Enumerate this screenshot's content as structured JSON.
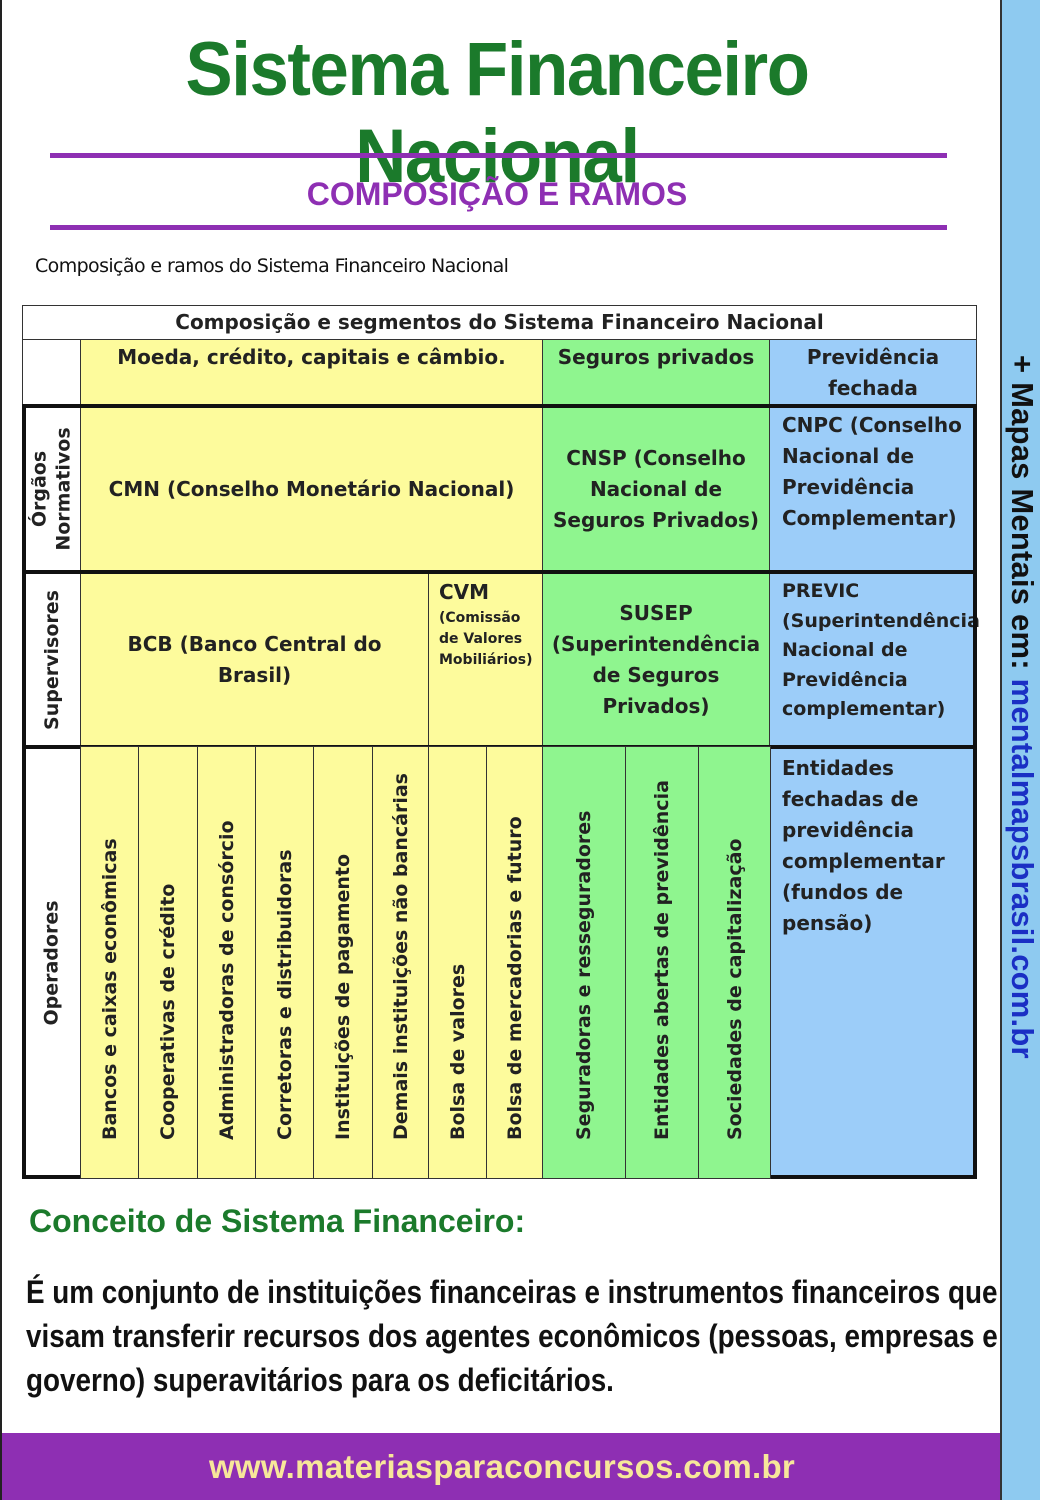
{
  "title": "Sistema Financeiro Nacional",
  "subtitle": "COMPOSIÇÃO E RAMOS",
  "table_caption": "Composição e ramos do Sistema Financeiro Nacional",
  "table": {
    "header": "Composição e segmentos do Sistema Financeiro Nacional",
    "segments": {
      "moeda": "Moeda, crédito, capitais e câmbio.",
      "seguros": "Seguros privados",
      "previdencia": "Previdência fechada"
    },
    "row_labels": {
      "normativos": "Órgãos Normativos",
      "supervisores": "Supervisores",
      "operadores": "Operadores"
    },
    "normativos": {
      "cmn": "CMN (Conselho Monetário Nacional)",
      "cnsp": "CNSP (Conselho Nacional de Seguros Privados)",
      "cnpc": "CNPC (Conselho Nacional de Previdência Complementar)"
    },
    "supervisores": {
      "bcb": "BCB (Banco Central do Brasil)",
      "cvm_title": "CVM",
      "cvm_desc": "(Comissão de Valores Mobiliários)",
      "susep": "SUSEP (Superintendência de Seguros Privados)",
      "previc": "PREVIC (Superintendência Nacional de Previdência complementar)"
    },
    "operadores": {
      "moeda": [
        "Bancos e caixas econômicas",
        "Cooperativas de crédito",
        "Administradoras de consórcio",
        "Corretoras e distribuidoras",
        "Instituições de pagamento",
        "Demais instituições não bancárias",
        "Bolsa de valores",
        "Bolsa de mercadorias e futuro"
      ],
      "seguros": [
        "Seguradoras e resseguradores",
        "Entidades abertas de previdência",
        "Sociedades de capitalização"
      ],
      "previdencia": "Entidades fechadas de previdência complementar (fundos de pensão)"
    }
  },
  "concept": {
    "title": "Conceito de Sistema Financeiro:",
    "text": "É um conjunto de instituições financeiras e instrumentos financeiros que visam transferir recursos dos agentes econômicos (pessoas, empresas e governo) superavitários para os deficitários."
  },
  "side_banner": {
    "prefix": "+ Mapas Mentais em: ",
    "url": "mentalmapsbrasil.com.br"
  },
  "footer_url": "www.materiasparaconcursos.com.br",
  "colors": {
    "title_green": "#1b7a2b",
    "purple": "#8e2fb3",
    "cell_yellow": "#fdfb9c",
    "cell_green": "#8ff58f",
    "cell_blue": "#9ccdf9",
    "side_blue": "#8ecaf0"
  }
}
